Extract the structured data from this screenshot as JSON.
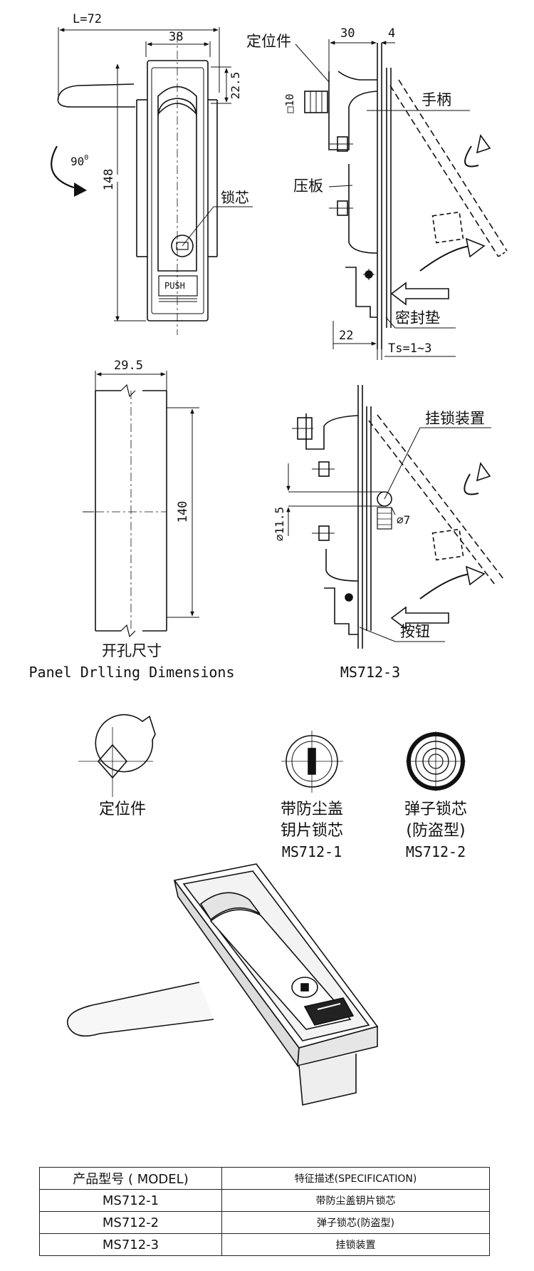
{
  "top_front_view": {
    "dim_total_width": "L=72",
    "dim_body_width": "38",
    "dim_top_offset": "22.5",
    "dim_height": "148",
    "rotation_angle": "90",
    "rotation_angle_sup": "0",
    "label_lock_core": "锁芯",
    "push_label": "PUSH"
  },
  "top_side_view": {
    "label_locator": "定位件",
    "dim_depth": "30",
    "dim_thickness": "4",
    "dim_key_size": "□10",
    "label_handle": "手柄",
    "label_pressure_plate": "压板",
    "label_gasket": "密封垫",
    "dim_bottom": "22",
    "dim_panel_thickness": "Ts=1~3"
  },
  "cutout_view": {
    "dim_width": "29.5",
    "dim_height": "140",
    "caption_cn": "开孔尺寸",
    "caption_en": "Panel Drlling Dimensions"
  },
  "ms712_3_view": {
    "label_padlock": "挂锁装置",
    "dim_hole": "⌀7",
    "dim_shackle": "⌀11.5",
    "label_button": "按钮",
    "caption": "MS712-3"
  },
  "cores": [
    {
      "name_line1": "定位件",
      "name_line2": "",
      "model": ""
    },
    {
      "name_line1": "带防尘盖",
      "name_line2": "钥片锁芯",
      "model": "MS712-1"
    },
    {
      "name_line1": "弹子锁芯",
      "name_line2": "(防盗型)",
      "model": "MS712-2"
    }
  ],
  "table": {
    "header": [
      "产品型号 ( MODEL)",
      "特征描述(SPECIFICATION)"
    ],
    "rows": [
      [
        "MS712-1",
        "带防尘盖钥片锁芯"
      ],
      [
        "MS712-2",
        "弹子锁芯(防盗型)"
      ],
      [
        "MS712-3",
        "挂锁装置"
      ]
    ]
  }
}
